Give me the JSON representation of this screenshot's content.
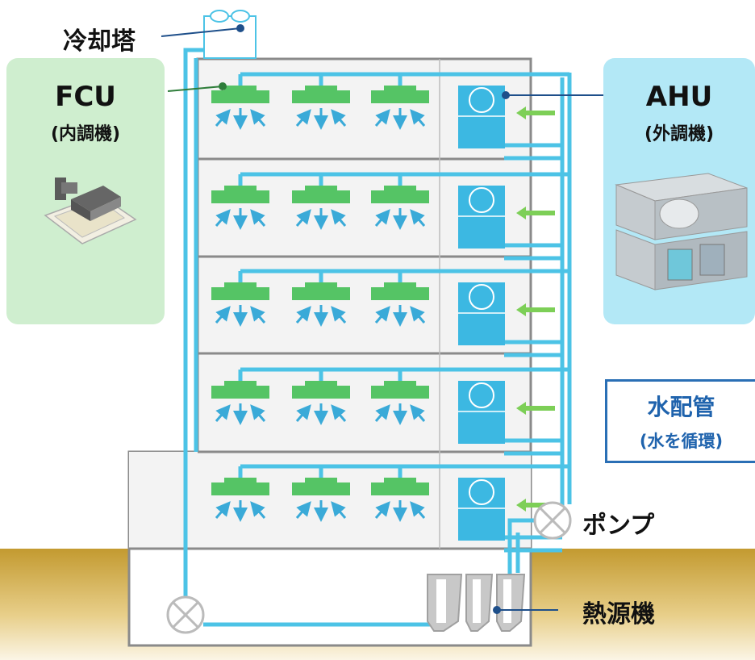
{
  "labels": {
    "cooling_tower": "冷却塔",
    "pump": "ポンプ",
    "heat_source": "熱源機"
  },
  "fcu_card": {
    "title": "FCU",
    "subtitle": "(内調機)"
  },
  "ahu_card": {
    "title": "AHU",
    "subtitle": "(外調機)"
  },
  "water_box": {
    "title": "水配管",
    "subtitle": "(水を循環)"
  },
  "colors": {
    "pipe": "#4cc3e6",
    "fcu_unit": "#55c465",
    "ahu_unit": "#3cb8e2",
    "fcu_card_bg": "#cfeecf",
    "ahu_card_bg": "#b3e8f6",
    "water_box_border": "#2a6fb5",
    "ground_top": "#c39a30",
    "ground_bottom": "#f6edd2",
    "building_frame": "#8a8a8a"
  }
}
